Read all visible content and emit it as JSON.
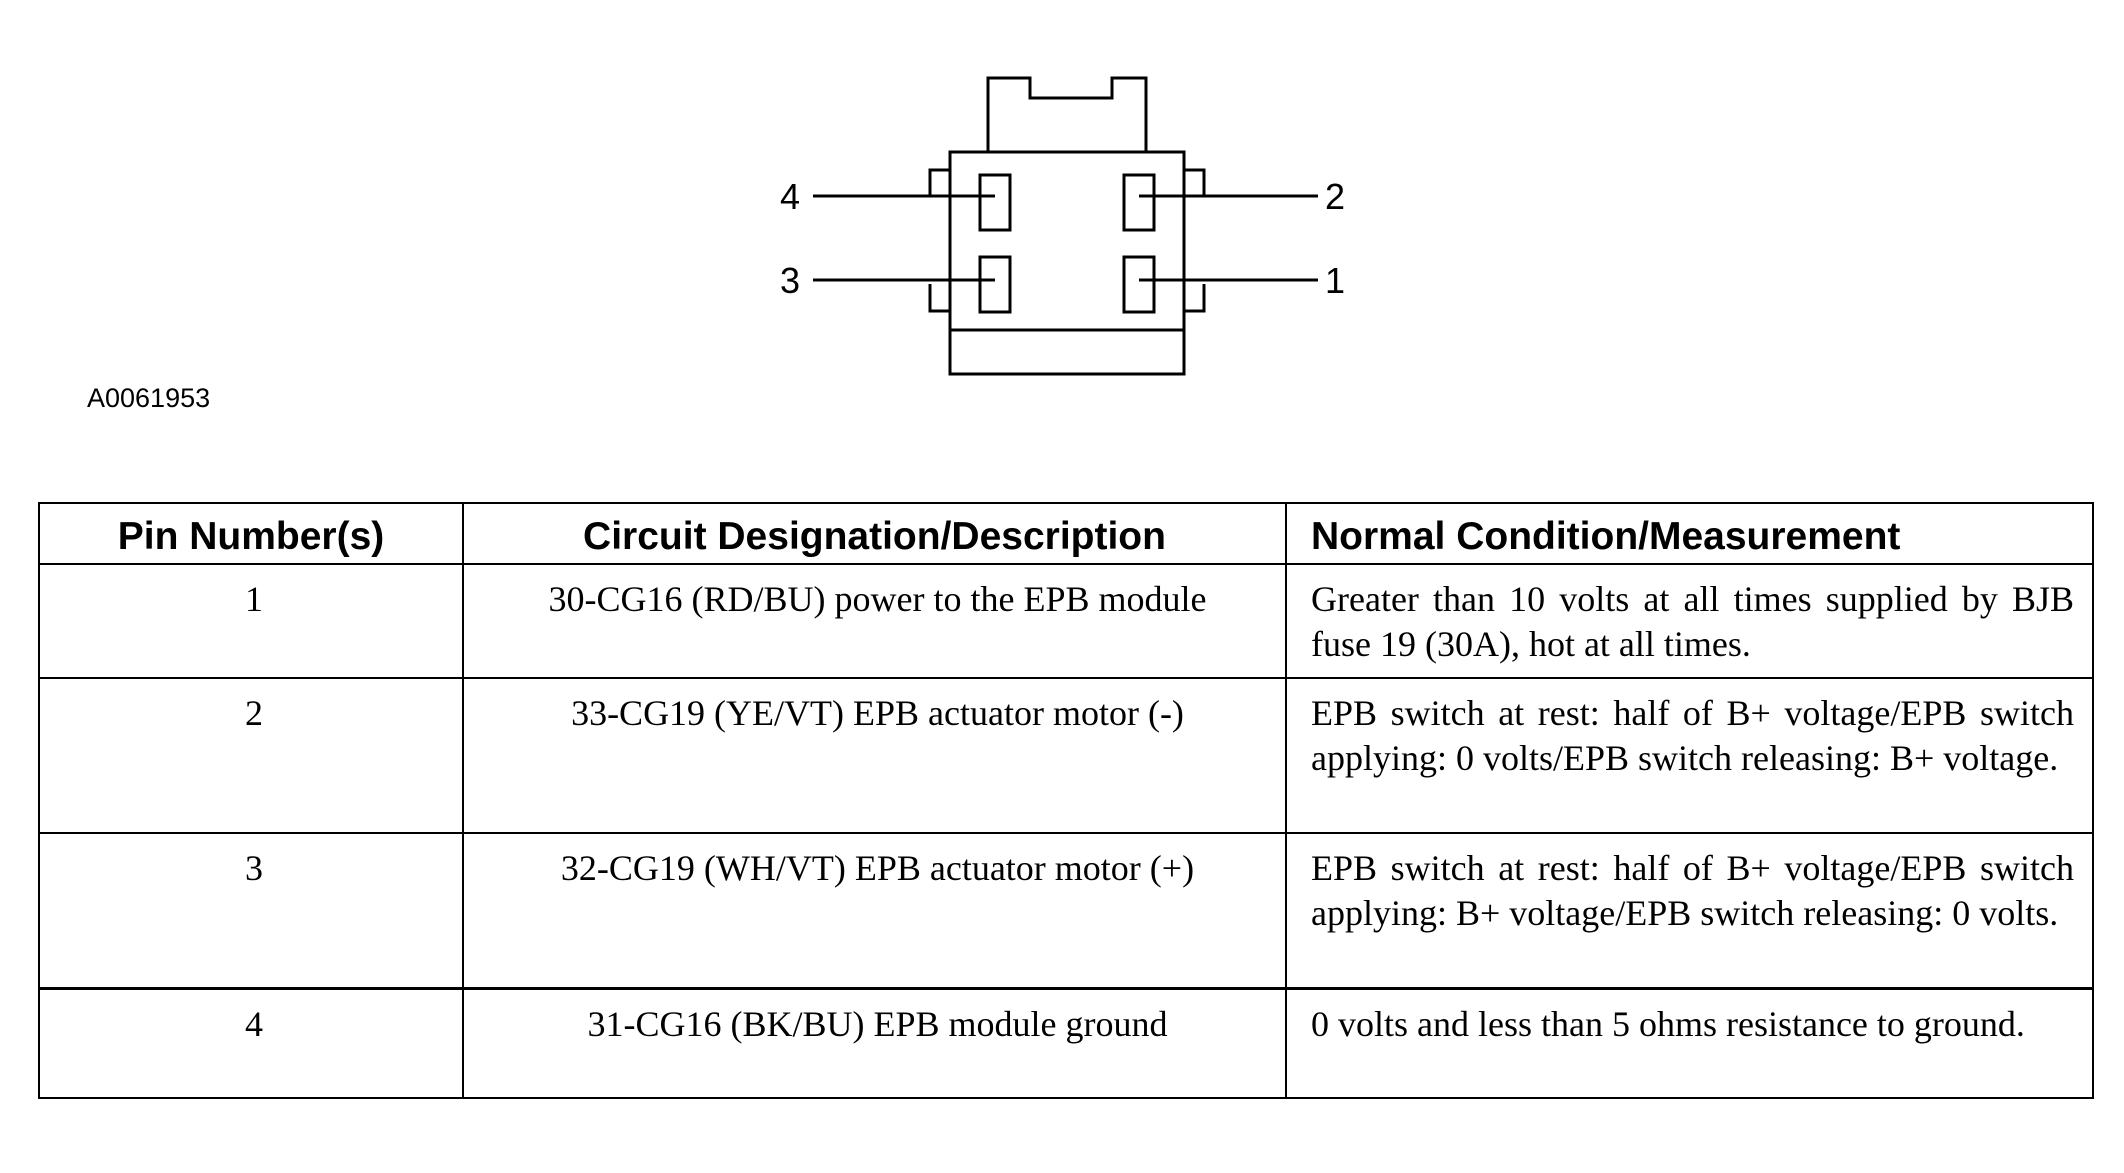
{
  "figure": {
    "id": "A0061953",
    "pin_labels": [
      "4",
      "2",
      "3",
      "1"
    ]
  },
  "table": {
    "headers": [
      "Pin Number(s)",
      "Circuit Designation/Description",
      "Normal Condition/Measurement"
    ],
    "rows": [
      {
        "pin": "1",
        "circuit": "30-CG16 (RD/BU) power to the EPB module",
        "measurement": "Greater than 10 volts at all times supplied by BJB fuse 19 (30A), hot at all times."
      },
      {
        "pin": "2",
        "circuit": "33-CG19 (YE/VT) EPB actuator motor (-)",
        "measurement": "EPB switch at rest: half of B+ voltage/EPB switch applying: 0 volts/EPB switch releasing: B+ voltage."
      },
      {
        "pin": "3",
        "circuit": "32-CG19 (WH/VT) EPB actuator motor (+)",
        "measurement": "EPB switch at rest: half of B+ voltage/EPB switch applying: B+ voltage/EPB switch releasing: 0 volts."
      },
      {
        "pin": "4",
        "circuit": "31-CG16 (BK/BU) EPB module ground",
        "measurement": "0 volts and less than 5 ohms resistance to ground."
      }
    ]
  }
}
